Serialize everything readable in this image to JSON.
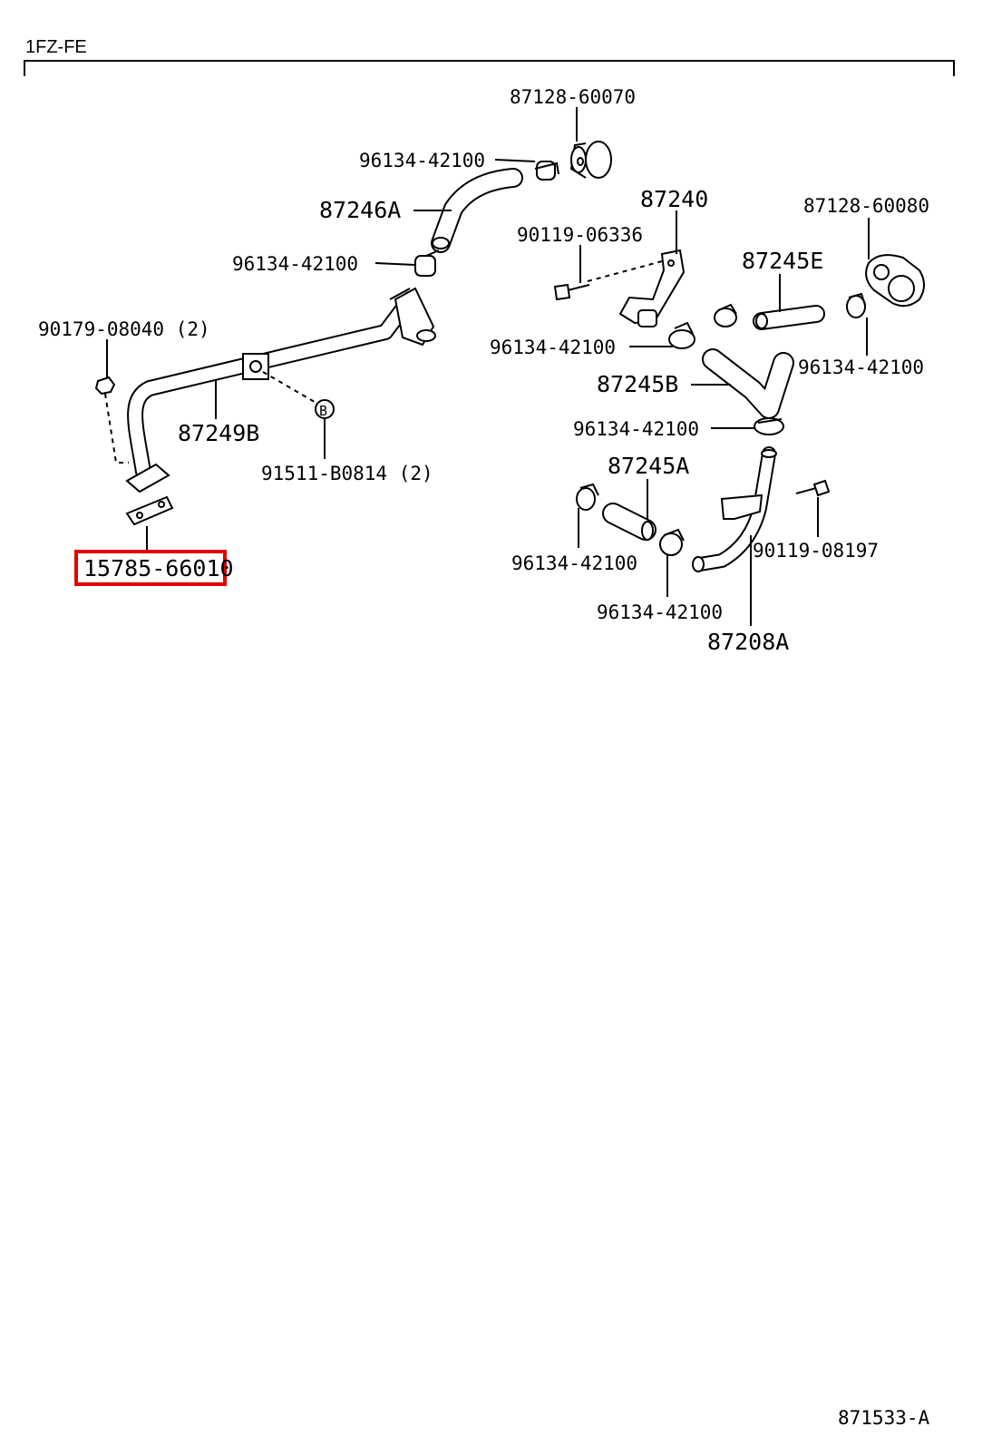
{
  "header": {
    "engine": "1FZ-FE"
  },
  "footer": {
    "diagram_code": "871533-A"
  },
  "highlight_color": "#e00000",
  "callouts": {
    "p87128_60070": "87128-60070",
    "p96134_top": "96134-42100",
    "p87246A": "87246A",
    "p96134_left": "96134-42100",
    "p90179": "90179-08040 (2)",
    "p87249B": "87249B",
    "p91511": "91511-B0814 (2)",
    "p15785": "15785-66010",
    "p87240": "87240",
    "p87128_60080": "87128-60080",
    "p90119_06336": "90119-06336",
    "p87245E": "87245E",
    "p96134_mid": "96134-42100",
    "p96134_right": "96134-42100",
    "p87245B": "87245B",
    "p96134_lower": "96134-42100",
    "p87245A": "87245A",
    "p90119_08197": "90119-08197",
    "p96134_bl": "96134-42100",
    "p96134_bm": "96134-42100",
    "p87208A": "87208A"
  },
  "markers": {
    "ref_b": "B"
  }
}
